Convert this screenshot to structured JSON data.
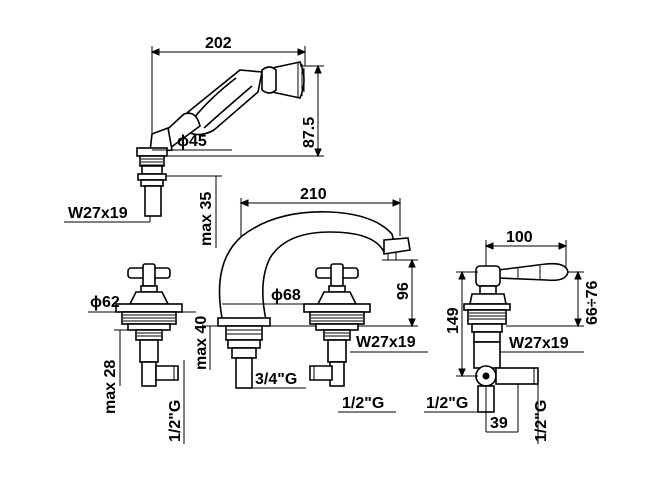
{
  "hand_shower": {
    "width": "202",
    "height": "87.5",
    "hose_diameter": "ϕ45",
    "connection": "W27x19",
    "deck_max": "max 35"
  },
  "spout": {
    "reach": "210",
    "height": "96",
    "base_diameter": "ϕ68",
    "deck_max": "max 40",
    "inlet_thread": "3/4\"G"
  },
  "left_valve": {
    "flange_diameter": "ϕ62",
    "deck_max": "max 28",
    "inlet_thread": "1/2\"G"
  },
  "right_valve": {
    "connection": "W27x19",
    "inlet_thread": "1/2\"G"
  },
  "diverter": {
    "handle_length": "100",
    "height_range": "66÷76",
    "total_height": "149",
    "connection": "W27x19",
    "inlet_thread": "1/2\"G",
    "offset": "39",
    "outlet_thread": "1/2\"G"
  }
}
